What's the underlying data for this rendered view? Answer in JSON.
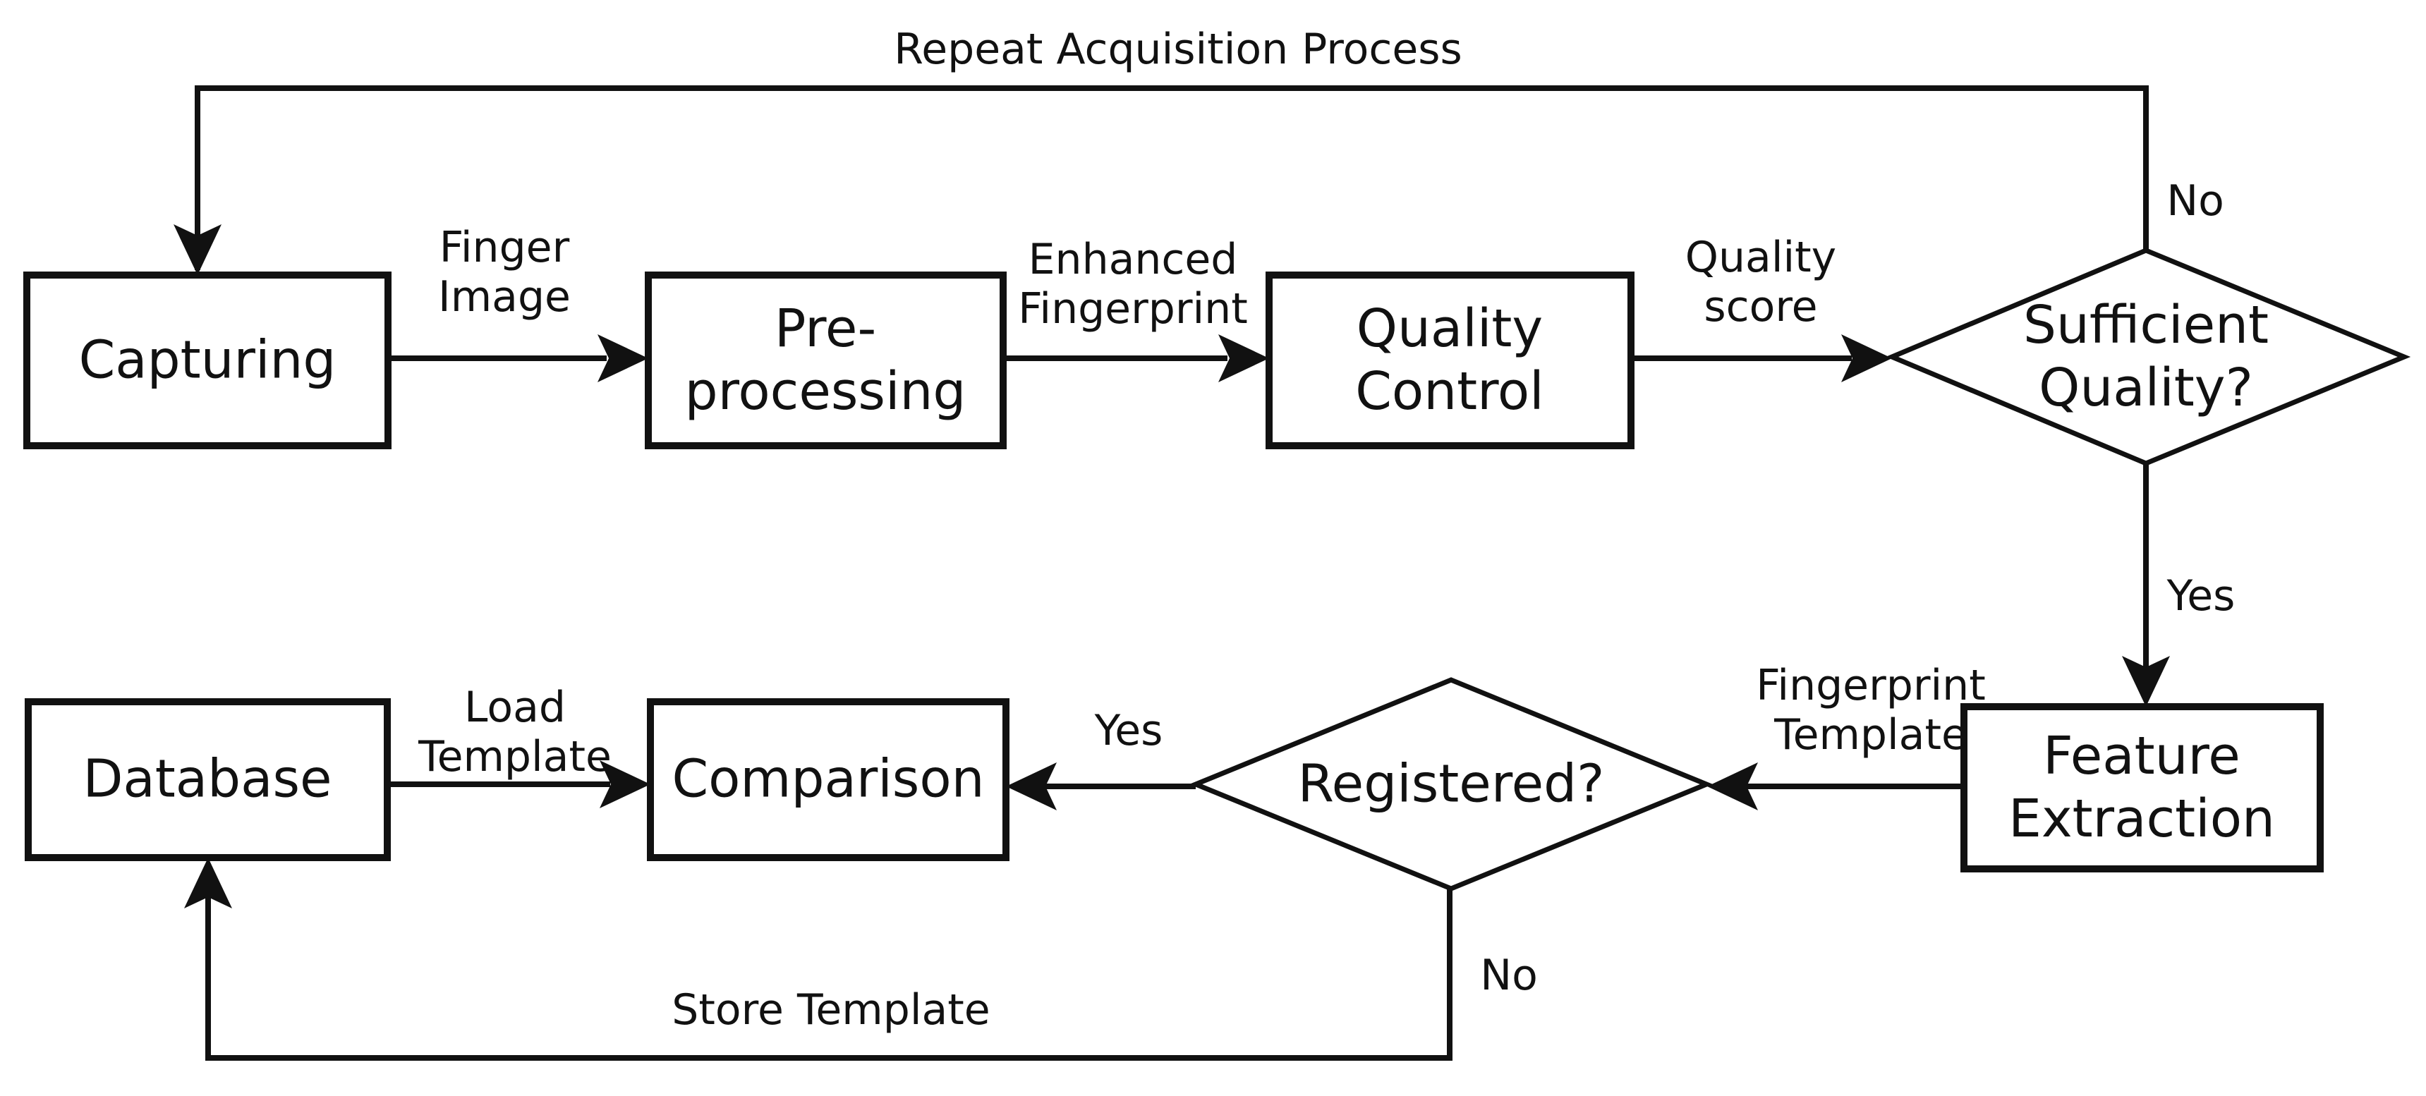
{
  "diagram": {
    "type": "flowchart",
    "colors": {
      "stroke": "#111111",
      "background": "#ffffff",
      "text": "#111111"
    },
    "nodes": {
      "capturing": {
        "label": "Capturing",
        "shape": "rect"
      },
      "preprocessing": {
        "label": "Pre-\nprocessing",
        "shape": "rect"
      },
      "quality_control": {
        "label": "Quality\nControl",
        "shape": "rect"
      },
      "sufficient_quality": {
        "label": "Sufficient\nQuality?",
        "shape": "diamond"
      },
      "feature_extraction": {
        "label": "Feature\nExtraction",
        "shape": "rect"
      },
      "registered": {
        "label": "Registered?",
        "shape": "diamond"
      },
      "comparison": {
        "label": "Comparison",
        "shape": "rect"
      },
      "database": {
        "label": "Database",
        "shape": "rect"
      }
    },
    "edges": [
      {
        "from": "capturing",
        "to": "preprocessing",
        "label": "Finger\nImage"
      },
      {
        "from": "preprocessing",
        "to": "quality_control",
        "label": "Enhanced\nFingerprint"
      },
      {
        "from": "quality_control",
        "to": "sufficient_quality",
        "label": "Quality\nscore"
      },
      {
        "from": "sufficient_quality",
        "to": "capturing",
        "label": "Repeat Acquisition Process",
        "decision": "No"
      },
      {
        "from": "sufficient_quality",
        "to": "feature_extraction",
        "decision": "Yes"
      },
      {
        "from": "feature_extraction",
        "to": "registered",
        "label": "Fingerprint\nTemplate"
      },
      {
        "from": "registered",
        "to": "comparison",
        "decision": "Yes"
      },
      {
        "from": "database",
        "to": "comparison",
        "label": "Load\nTemplate"
      },
      {
        "from": "registered",
        "to": "database",
        "label": "Store Template",
        "decision": "No"
      }
    ]
  }
}
